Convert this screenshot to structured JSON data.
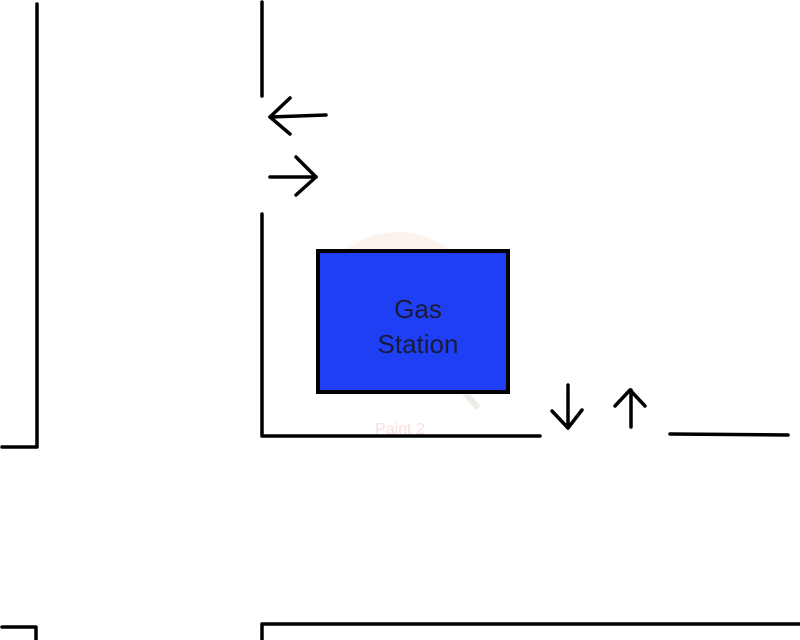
{
  "gas_station": {
    "label_line1": "Gas",
    "label_line2": "Station",
    "fill_color": "#1f3ff5",
    "border_color": "#000000"
  },
  "watermark": {
    "text": "Paint 2",
    "color": "#e8492c"
  },
  "arrows": {
    "left_entrance_out": "arrow-left",
    "left_entrance_in": "arrow-right",
    "bottom_entrance_in": "arrow-down",
    "bottom_entrance_out": "arrow-up"
  }
}
